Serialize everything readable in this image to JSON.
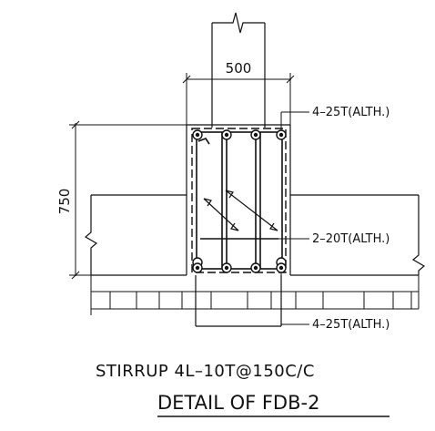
{
  "drawing": {
    "width_dimension": "500",
    "depth_dimension": "750",
    "top_bar_callout": "4–25T(ALTH.)",
    "side_bar_callout": "2–20T(ALTH.)",
    "bottom_bar_callout": "4–25T(ALTH.)",
    "stirrup_note": "STIRRUP 4L–10T@150C/C",
    "title": "DETAIL OF FDB-2",
    "line_color": "#111111"
  }
}
